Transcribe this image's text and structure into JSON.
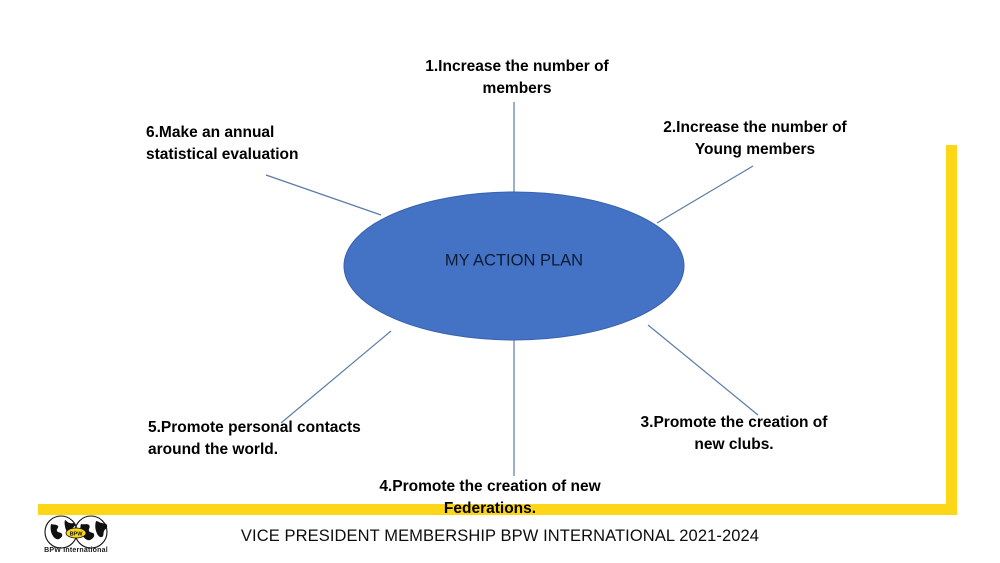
{
  "slide": {
    "title": "MY ACTION PLAN",
    "center_label": "MY ACTION PLAN",
    "footer": "VICE PRESIDENT MEMBERSHIP BPW INTERNATIONAL 2021-2024",
    "accent_color": "#FCD617",
    "ellipse_color": "#4472C4",
    "connector_color": "#5B7BA8",
    "text_color": "#000000"
  },
  "logo": {
    "caption": "BPW International",
    "icon": "twin-globes-icon"
  },
  "nodes": [
    {
      "id": 1,
      "label": "1.Increase the number of\nmembers"
    },
    {
      "id": 2,
      "label": "2.Increase the number of\nYoung members"
    },
    {
      "id": 3,
      "label": "3.Promote the creation of\nnew clubs."
    },
    {
      "id": 4,
      "label": "4.Promote the creation of new\nFederations."
    },
    {
      "id": 5,
      "label": "5.Promote personal contacts\naround the world."
    },
    {
      "id": 6,
      "label": "6.Make an annual\nstatistical evaluation"
    }
  ]
}
